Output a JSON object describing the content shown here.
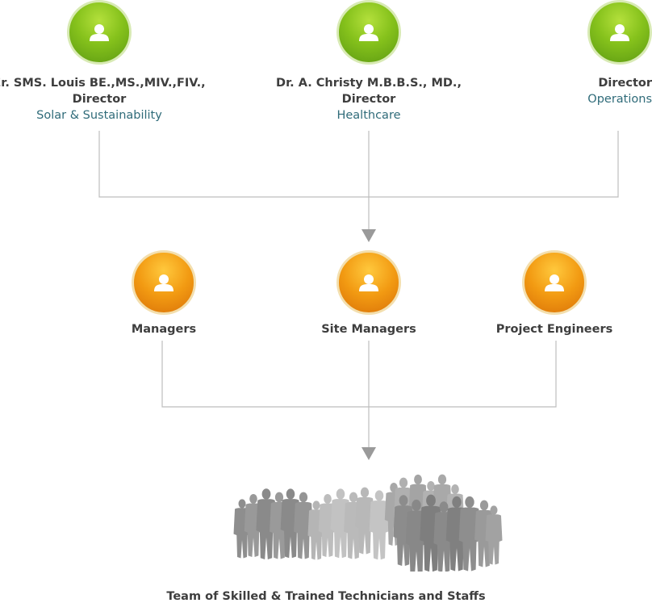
{
  "directors": [
    {
      "name": "Er. SMS. Louis BE.,MS.,MIV.,FIV.,",
      "title": "Director",
      "dept": "Solar & Sustainability",
      "icon": "person-icon"
    },
    {
      "name": "Dr. A. Christy M.B.B.S., MD.,",
      "title": "Director",
      "dept": "Healthcare",
      "icon": "person-icon"
    },
    {
      "name": "Director",
      "title": "",
      "dept": "Operations",
      "icon": "person-icon"
    }
  ],
  "managers": [
    {
      "name": "Managers",
      "icon": "person-icon"
    },
    {
      "name": "Site Managers",
      "icon": "person-icon"
    },
    {
      "name": "Project Engineers",
      "icon": "person-icon"
    }
  ],
  "team": {
    "label": "Team of Skilled & Trained Technicians and Staffs",
    "icon": "crowd-silhouette"
  },
  "colors": {
    "green": "#86c21c",
    "orange": "#f29a12",
    "dept_text": "#2f6b79",
    "line": "#bdbdbd",
    "arrow": "#9a9a9a"
  }
}
